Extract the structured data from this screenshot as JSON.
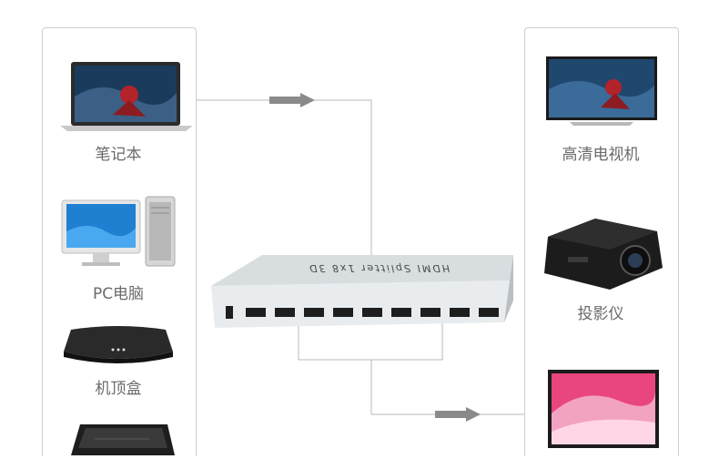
{
  "sources": [
    {
      "label": "笔记本",
      "icon": "laptop-icon"
    },
    {
      "label": "PC电脑",
      "icon": "desktop-pc-icon"
    },
    {
      "label": "机顶盒",
      "icon": "set-top-box-icon"
    },
    {
      "label": "",
      "icon": "game-console-icon"
    }
  ],
  "displays": [
    {
      "label": "高清电视机",
      "icon": "hdtv-icon"
    },
    {
      "label": "投影仪",
      "icon": "projector-icon"
    },
    {
      "label": "",
      "icon": "monitor-icon"
    }
  ],
  "splitter": {
    "top_text": "HDMI Splitter 1x8 3D",
    "icon": "hdmi-splitter-icon"
  },
  "colors": {
    "wire": "#b8b8b8",
    "arrow": "#8a8a8a",
    "panel_border": "#cfcfcf",
    "label": "#6a6a6a"
  }
}
